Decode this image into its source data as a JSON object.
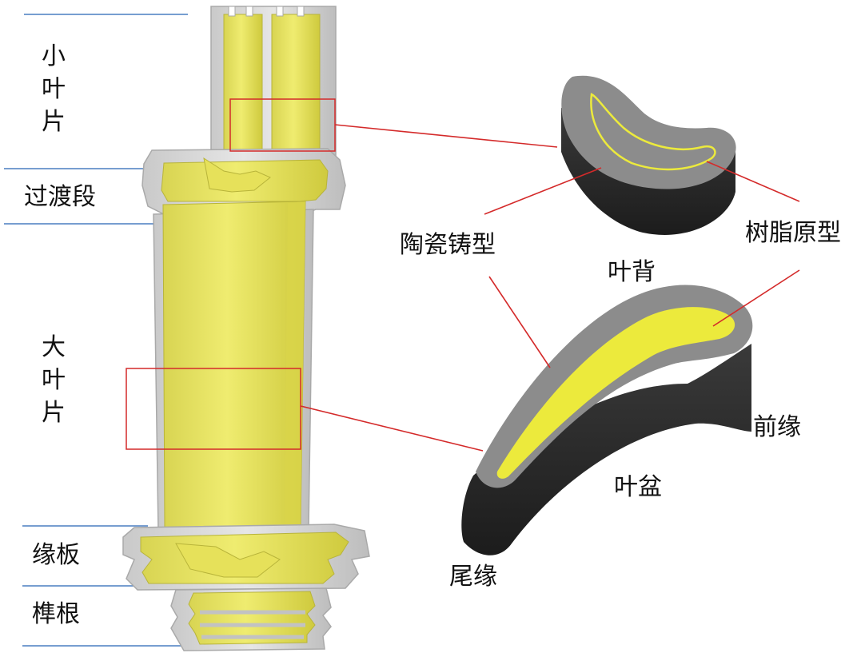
{
  "sections": {
    "small_blade": [
      "小",
      "叶",
      "片"
    ],
    "transition": "过渡段",
    "large_blade": [
      "大",
      "叶",
      "片"
    ],
    "platform": "缘板",
    "root": "榫根"
  },
  "callouts": {
    "ceramic_mold": "陶瓷铸型",
    "resin_pattern": "树脂原型",
    "suction_side": "叶背",
    "leading_edge": "前缘",
    "pressure_side": "叶盆",
    "trailing_edge": "尾缘"
  },
  "colors": {
    "divider": "#4a7fc1",
    "callout": "#d42a2a",
    "resin": "#ecea3c",
    "ceramic_top": "#8c8c8c",
    "ceramic_side": "#2e2e2e",
    "shell": "#d8d8d8"
  }
}
